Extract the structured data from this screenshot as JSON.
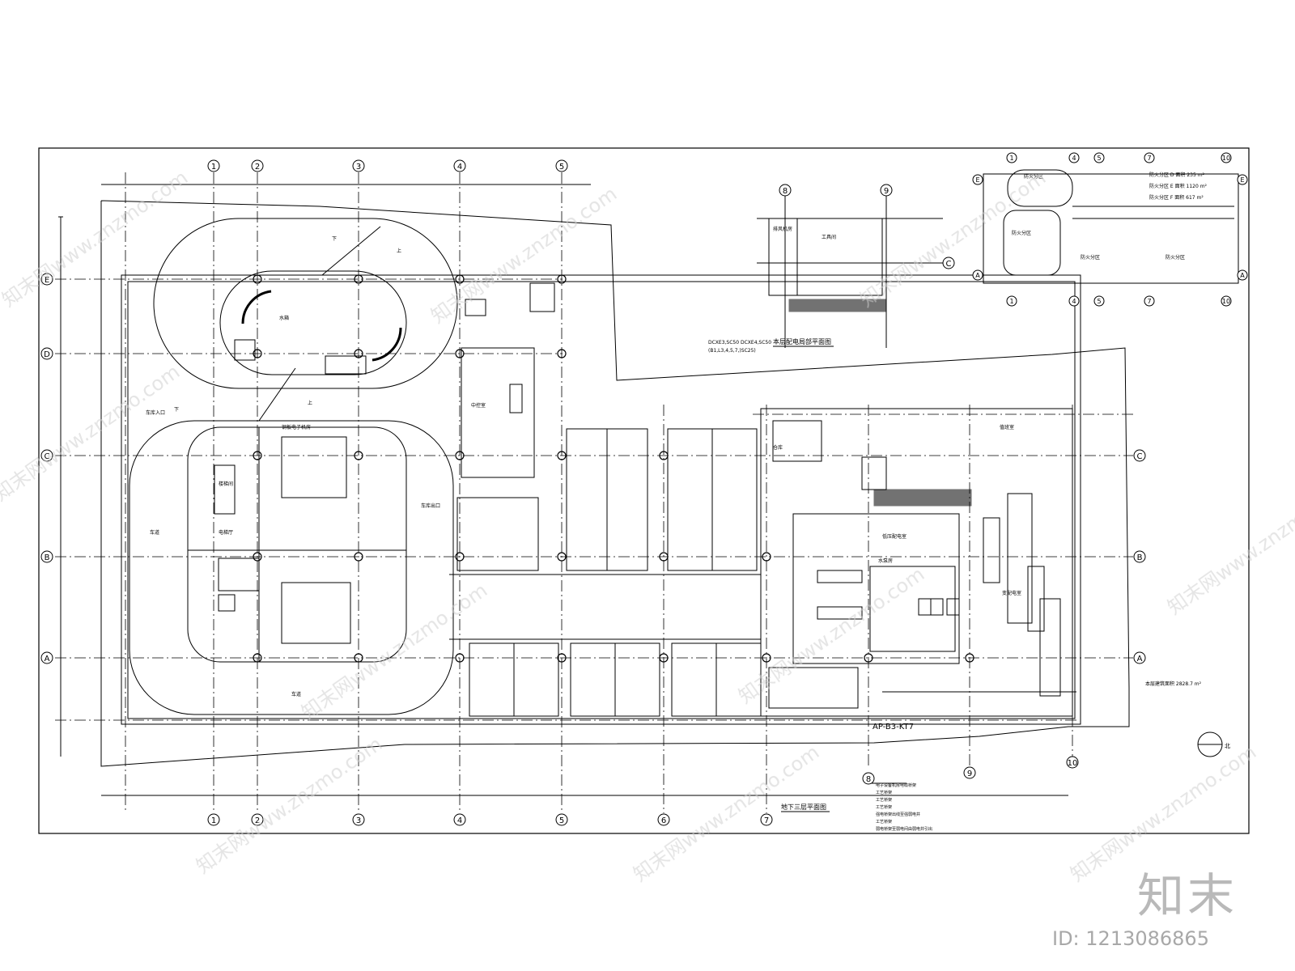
{
  "drawing": {
    "main_title": "地下三层平面图",
    "partial_title": "本层配电局部平面图",
    "circuit_label": "AP-B3-KT7",
    "area_note": "本层建筑面积 2828.7 m²",
    "north_label": "北",
    "cable_note_left": "DCXE3,SC50",
    "cable_note_right": "DCXE4,SC50",
    "cable_note_bottom": "(B1,L3,4,5,7,)SC25)"
  },
  "axes": {
    "columns": [
      "1",
      "2",
      "3",
      "4",
      "5",
      "6",
      "7",
      "8",
      "9",
      "10"
    ],
    "rows": [
      "A",
      "B",
      "C",
      "D",
      "E"
    ]
  },
  "rooms": {
    "car_lane_top": "车道",
    "car_lane_bottom": "车道",
    "car_entrance": "车库入口",
    "car_exit": "车库出口",
    "ramp_down_1": "下",
    "ramp_down_2": "下",
    "ramp_up_1": "上",
    "ramp_up_2": "上",
    "equipment_room": "钢板电子机房",
    "control_room": "中控室",
    "water_tank": "水箱",
    "fan_room": "排风机房",
    "tool_room": "工具间",
    "power_room": "低压配电室",
    "transformer_room": "变配电室",
    "duty_room": "值班室",
    "pump_room": "水泵房",
    "storage": "仓库",
    "lift_lobby": "电梯厅",
    "stair": "楼梯间"
  },
  "key_plan": {
    "area_d": "防火分区 D 面积 235 m²",
    "area_e": "防火分区 E 面积 1120 m²",
    "area_f": "防火分区 F 面积 617 m²",
    "zone_1": "防火分区",
    "zone_2": "防火分区",
    "zone_3": "防火分区",
    "zone_4": "防火分区"
  },
  "legend": {
    "line1": "电子设备机房电缆桥架",
    "line2": "工艺桥架",
    "line3": "工艺桥架",
    "line4": "工艺桥架",
    "line5": "强电桥架出线至强弱电井",
    "line6": "工艺桥架",
    "line7": "弱电桥架至弱电间由弱电井引出"
  },
  "watermark": {
    "brand": "知末",
    "id_text": "ID: 1213086865",
    "site": "知末网www.znzmo.com"
  }
}
